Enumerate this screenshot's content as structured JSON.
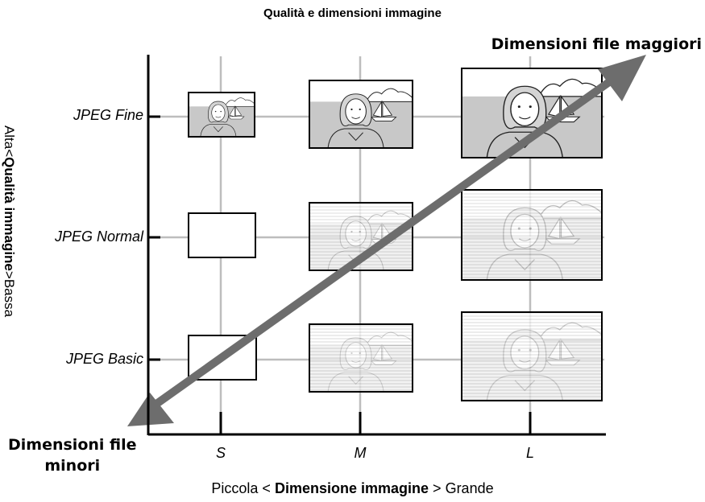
{
  "title": "Qualità e dimensioni immagine",
  "larger_label": "Dimensioni file maggiori",
  "smaller_label_line1": "Dimensioni file",
  "smaller_label_line2": "minori",
  "y_axis": {
    "high": "Alta",
    "lt": "<",
    "main": "Qualità immagine",
    "gt": ">",
    "low": "Bassa"
  },
  "x_axis": {
    "small": "Piccola",
    "lt": "<",
    "main": "Dimensione immagine",
    "gt": ">",
    "large": "Grande"
  },
  "rows": [
    "JPEG Fine",
    "JPEG Normal",
    "JPEG Basic"
  ],
  "columns": [
    "S",
    "M",
    "L"
  ],
  "colors": {
    "grid": "#bdbdbd",
    "arrow": "#6d6d6d",
    "axis": "#000000",
    "sea": "#c8c8c8",
    "sky": "#ffffff"
  }
}
